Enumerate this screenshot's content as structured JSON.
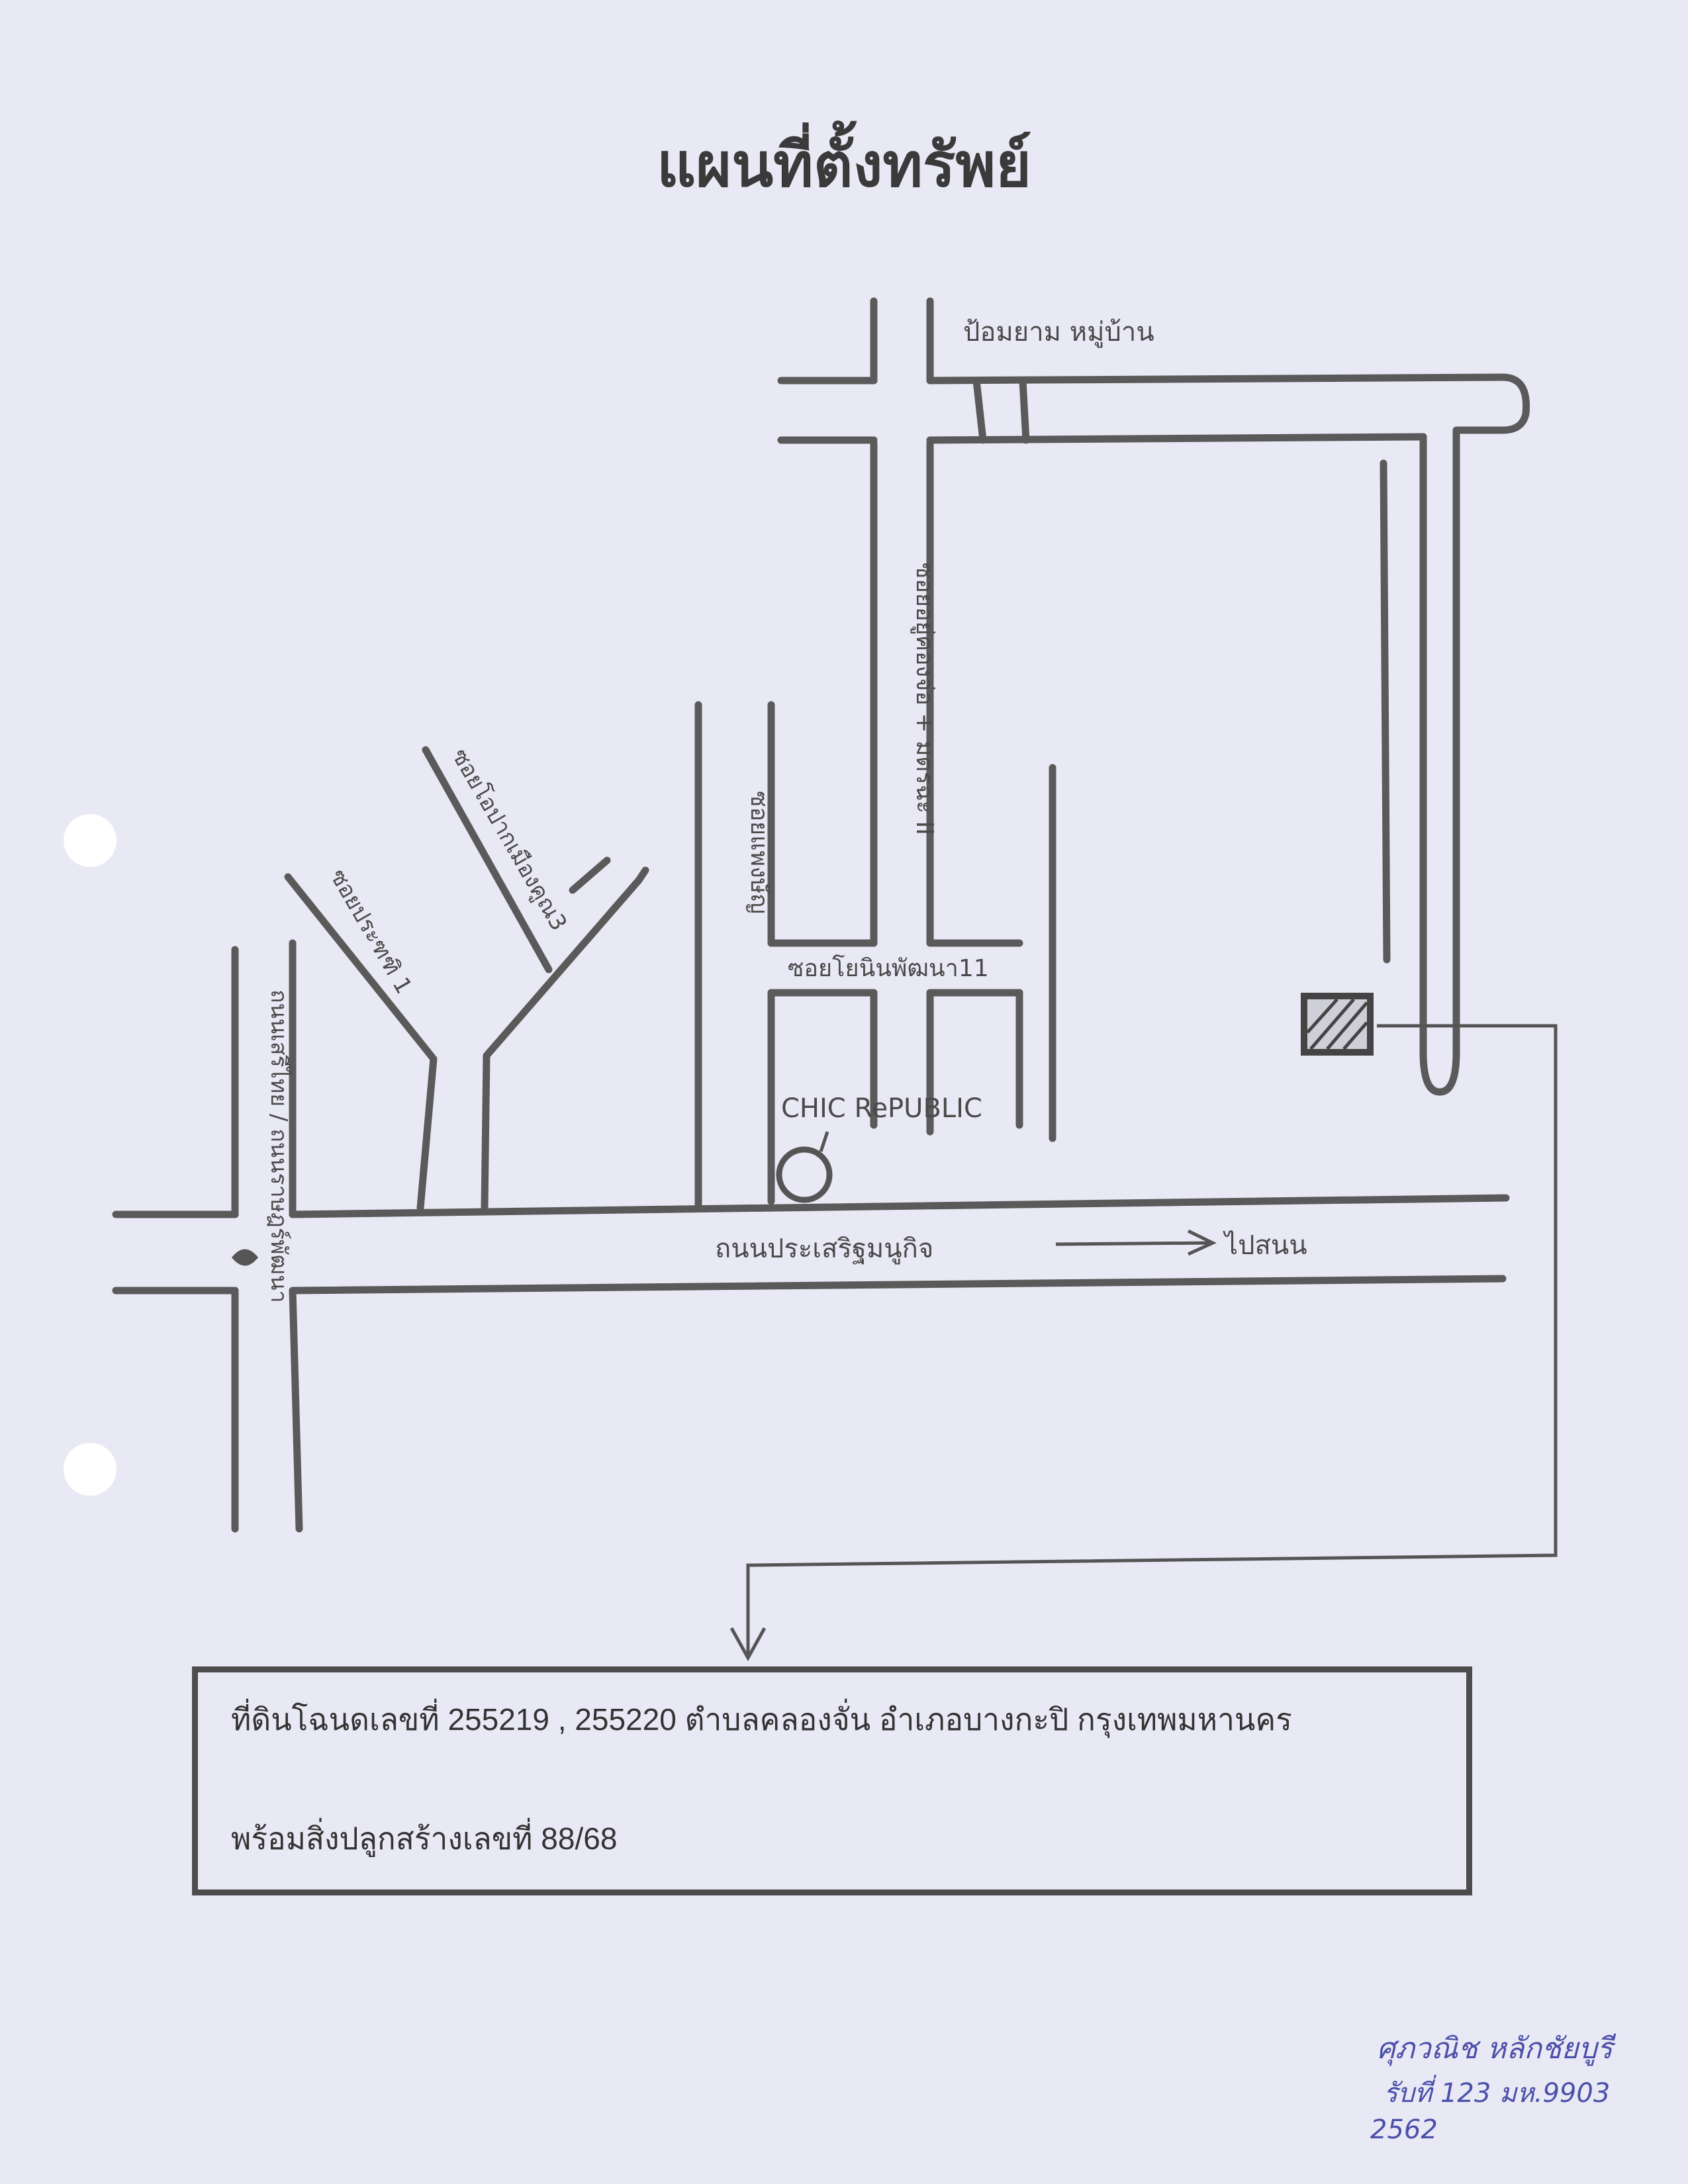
{
  "title": "แผนที่ตั้งทรัพย์",
  "map_labels": {
    "village_guard": "ป้อมยาม หมู่บ้าน",
    "soi_b": "ซอยอยู่คองจ่อ + มตรฉะ II",
    "soi_c": "ซอยแพงษัญ",
    "soi_d": "ซอยประฑฑิ 1",
    "soi_e": "ซอยโอปากเมืองคูณ3",
    "soi_main_side": "ซอยโยนินพัฒนา11",
    "chic_republic": "CHIC RePUBLIC",
    "left_road": "ถนนเสรีไทย / ถนนราษฎร์พัฒนา",
    "main_road": "ถนนประเสริฐมนูกิจ",
    "to_direction": "ไปสนน"
  },
  "info": {
    "line1": "ที่ดินโฉนดเลขที่ 255219 , 255220  ตำบลคลองจั่น อำเภอบางกะปิ กรุงเทพมหานคร",
    "line2": "พร้อมสิ่งปลูกสร้างเลขที่ 88/68"
  },
  "signature": {
    "line1": "ศุภวณิช หลักชัยบูรี",
    "line2": "รับที่ 123 มห.9903",
    "line3": "2562"
  },
  "colors": {
    "paper": "#e9e9f6",
    "road": "#5a5a5a",
    "signature_ink": "#4b50a8"
  }
}
